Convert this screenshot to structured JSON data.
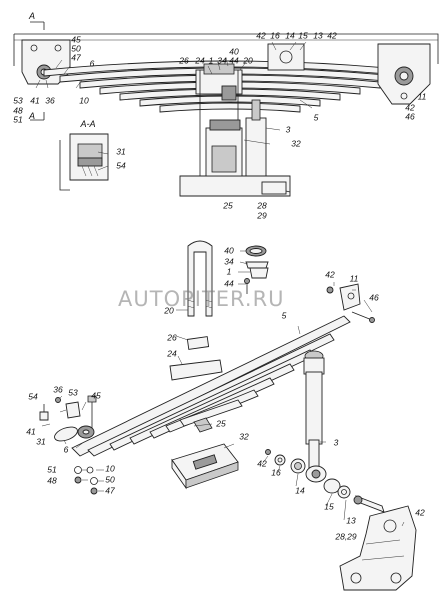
{
  "watermark": "AUTOPITER.RU",
  "section_marks": {
    "top_a": "A",
    "bottom_a": "A",
    "section_aa": "A-A"
  },
  "callouts": [
    {
      "id": "c-45-top",
      "text": "45"
    },
    {
      "id": "c-50-top",
      "text": "50"
    },
    {
      "id": "c-47-top",
      "text": "47"
    },
    {
      "id": "c-6-top",
      "text": "6"
    },
    {
      "id": "c-53-top",
      "text": "53"
    },
    {
      "id": "c-41-top",
      "text": "41"
    },
    {
      "id": "c-36-top",
      "text": "36"
    },
    {
      "id": "c-10-top",
      "text": "10"
    },
    {
      "id": "c-48-top",
      "text": "48"
    },
    {
      "id": "c-51-top",
      "text": "51"
    },
    {
      "id": "c-26-top",
      "text": "26"
    },
    {
      "id": "c-24-top",
      "text": "24"
    },
    {
      "id": "c-1-top",
      "text": "1"
    },
    {
      "id": "c-40-top",
      "text": "40"
    },
    {
      "id": "c-34-top",
      "text": "34"
    },
    {
      "id": "c-44-top",
      "text": "44"
    },
    {
      "id": "c-20-top",
      "text": "20"
    },
    {
      "id": "c-42-top-a",
      "text": "42"
    },
    {
      "id": "c-16-top",
      "text": "16"
    },
    {
      "id": "c-14-top",
      "text": "14"
    },
    {
      "id": "c-15-top",
      "text": "15"
    },
    {
      "id": "c-13-top",
      "text": "13"
    },
    {
      "id": "c-42-top-b",
      "text": "42"
    },
    {
      "id": "c-11-top",
      "text": "11"
    },
    {
      "id": "c-42-top-c",
      "text": "42"
    },
    {
      "id": "c-46-top",
      "text": "46"
    },
    {
      "id": "c-5-top",
      "text": "5"
    },
    {
      "id": "c-3-top",
      "text": "3"
    },
    {
      "id": "c-32-top",
      "text": "32"
    },
    {
      "id": "c-31-aa",
      "text": "31"
    },
    {
      "id": "c-54-aa",
      "text": "54"
    },
    {
      "id": "c-25-top",
      "text": "25"
    },
    {
      "id": "c-28-top",
      "text": "28"
    },
    {
      "id": "c-29-top",
      "text": "29"
    },
    {
      "id": "c-40-mid",
      "text": "40"
    },
    {
      "id": "c-34-mid",
      "text": "34"
    },
    {
      "id": "c-1-mid",
      "text": "1"
    },
    {
      "id": "c-44-mid",
      "text": "44"
    },
    {
      "id": "c-42-mid",
      "text": "42"
    },
    {
      "id": "c-11-mid",
      "text": "11"
    },
    {
      "id": "c-46-mid",
      "text": "46"
    },
    {
      "id": "c-20-mid",
      "text": "20"
    },
    {
      "id": "c-5-mid",
      "text": "5"
    },
    {
      "id": "c-26-mid",
      "text": "26"
    },
    {
      "id": "c-24-mid",
      "text": "24"
    },
    {
      "id": "c-54-bot",
      "text": "54"
    },
    {
      "id": "c-36-bot",
      "text": "36"
    },
    {
      "id": "c-53-bot",
      "text": "53"
    },
    {
      "id": "c-45-bot",
      "text": "45"
    },
    {
      "id": "c-41-bot",
      "text": "41"
    },
    {
      "id": "c-31-bot",
      "text": "31"
    },
    {
      "id": "c-6-bot",
      "text": "6"
    },
    {
      "id": "c-25-bot",
      "text": "25"
    },
    {
      "id": "c-32-bot",
      "text": "32"
    },
    {
      "id": "c-3-bot",
      "text": "3"
    },
    {
      "id": "c-42-bot-a",
      "text": "42"
    },
    {
      "id": "c-16-bot",
      "text": "16"
    },
    {
      "id": "c-14-bot",
      "text": "14"
    },
    {
      "id": "c-15-bot",
      "text": "15"
    },
    {
      "id": "c-13-bot",
      "text": "13"
    },
    {
      "id": "c-42-bot-b",
      "text": "42"
    },
    {
      "id": "c-51-bot",
      "text": "51"
    },
    {
      "id": "c-48-bot",
      "text": "48"
    },
    {
      "id": "c-10-bot",
      "text": "10"
    },
    {
      "id": "c-50-bot",
      "text": "50"
    },
    {
      "id": "c-47-bot",
      "text": "47"
    },
    {
      "id": "c-2829-bot",
      "text": "28,29"
    }
  ]
}
